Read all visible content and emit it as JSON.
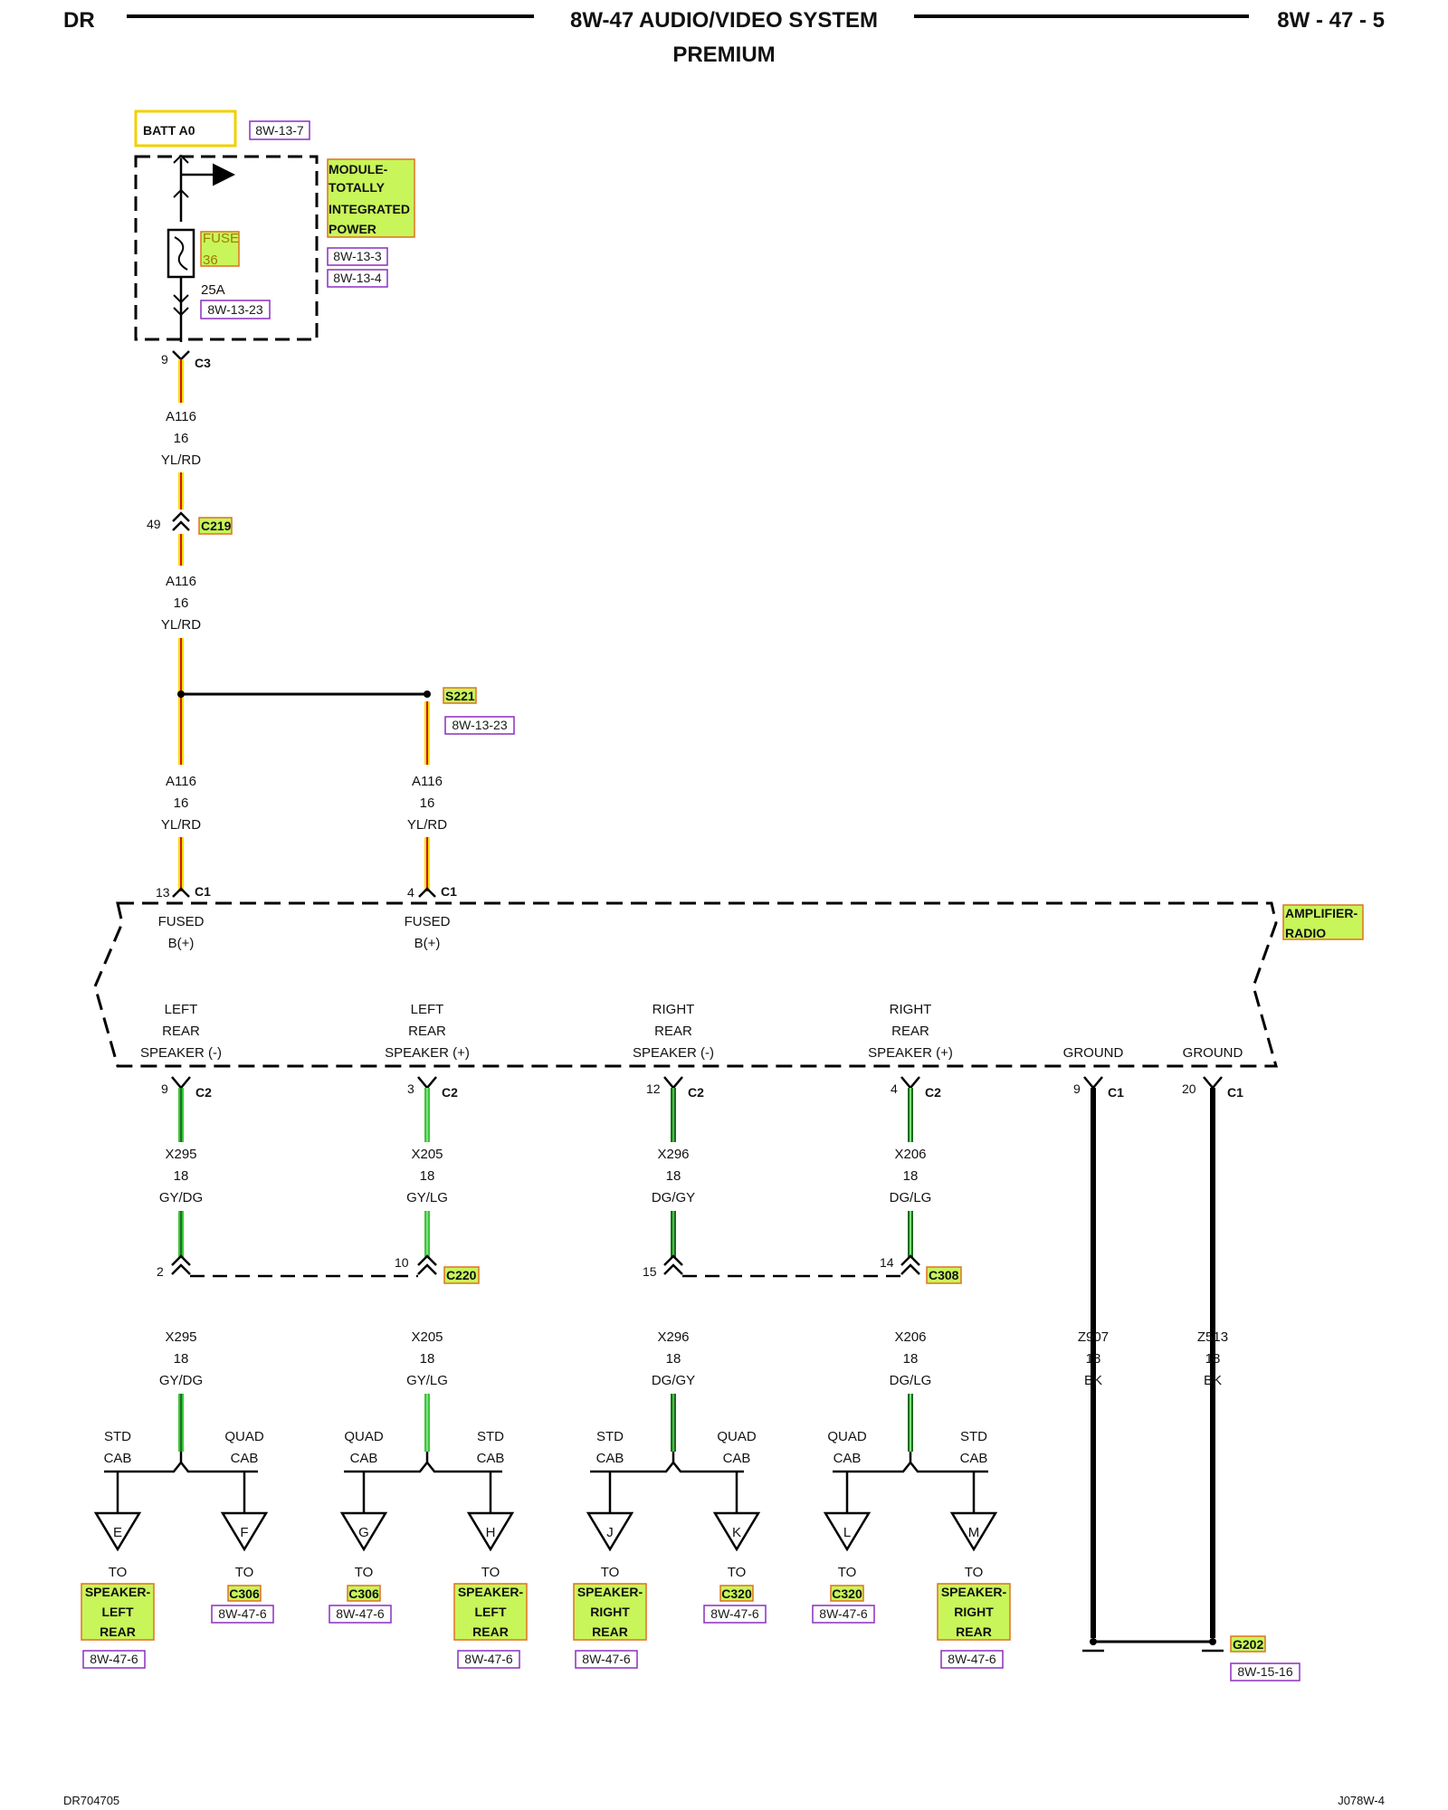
{
  "header": {
    "left": "DR",
    "title": "8W-47 AUDIO/VIDEO SYSTEM",
    "subtitle": "PREMIUM",
    "page": "8W - 47 - 5"
  },
  "footer": {
    "left": "DR704705",
    "right": "J078W-4"
  },
  "batt": {
    "label": "BATT A0",
    "ref": "8W-13-7"
  },
  "tipm": {
    "lines": [
      "MODULE-",
      "TOTALLY",
      "INTEGRATED",
      "POWER"
    ],
    "refs": [
      "8W-13-3",
      "8W-13-4"
    ],
    "fuse": [
      "FUSE",
      "36"
    ],
    "rating": "25A",
    "fuse_ref": "8W-13-23",
    "pin": "9",
    "conn": "C3"
  },
  "a116": {
    "circuit": "A116",
    "gauge": "16",
    "color": "YL/RD"
  },
  "c219": {
    "pin": "49",
    "conn": "C219"
  },
  "s221": {
    "conn": "S221",
    "ref": "8W-13-23"
  },
  "amp": {
    "name": [
      "AMPLIFIER-",
      "RADIO"
    ],
    "fused_pins": [
      {
        "pin": "13",
        "conn": "C1",
        "label": [
          "FUSED",
          "B(+)"
        ]
      },
      {
        "pin": "4",
        "conn": "C1",
        "label": [
          "FUSED",
          "B(+)"
        ]
      }
    ],
    "outputs": [
      {
        "pin": "9",
        "conn": "C2",
        "label": [
          "LEFT",
          "REAR",
          "SPEAKER (-)"
        ]
      },
      {
        "pin": "3",
        "conn": "C2",
        "label": [
          "LEFT",
          "REAR",
          "SPEAKER (+)"
        ]
      },
      {
        "pin": "12",
        "conn": "C2",
        "label": [
          "RIGHT",
          "REAR",
          "SPEAKER (-)"
        ]
      },
      {
        "pin": "4",
        "conn": "C2",
        "label": [
          "RIGHT",
          "REAR",
          "SPEAKER (+)"
        ]
      },
      {
        "pin": "9",
        "conn": "C1",
        "label": [
          "GROUND"
        ]
      },
      {
        "pin": "20",
        "conn": "C1",
        "label": [
          "GROUND"
        ]
      }
    ]
  },
  "wires": [
    {
      "circuit": "X295",
      "gauge": "18",
      "color": "GY/DG"
    },
    {
      "circuit": "X205",
      "gauge": "18",
      "color": "GY/LG"
    },
    {
      "circuit": "X296",
      "gauge": "18",
      "color": "DG/GY"
    },
    {
      "circuit": "X206",
      "gauge": "18",
      "color": "DG/LG"
    },
    {
      "circuit": "Z907",
      "gauge": "18",
      "color": "BK"
    },
    {
      "circuit": "Z513",
      "gauge": "18",
      "color": "BK"
    }
  ],
  "inline": [
    {
      "pin": "2"
    },
    {
      "pin": "10",
      "conn": "C220"
    },
    {
      "pin": "15"
    },
    {
      "pin": "14",
      "conn": "C308"
    }
  ],
  "branches": [
    {
      "left": [
        "STD",
        "CAB"
      ],
      "right": [
        "QUAD",
        "CAB"
      ]
    },
    {
      "left": [
        "QUAD",
        "CAB"
      ],
      "right": [
        "STD",
        "CAB"
      ]
    },
    {
      "left": [
        "STD",
        "CAB"
      ],
      "right": [
        "QUAD",
        "CAB"
      ]
    },
    {
      "left": [
        "QUAD",
        "CAB"
      ],
      "right": [
        "STD",
        "CAB"
      ]
    }
  ],
  "destinations": [
    {
      "pin": "E",
      "to": "TO",
      "name": [
        "SPEAKER-",
        "LEFT",
        "REAR"
      ],
      "ref": "8W-47-6"
    },
    {
      "pin": "F",
      "to": "TO",
      "name": [
        "C306"
      ],
      "ref": "8W-47-6"
    },
    {
      "pin": "G",
      "to": "TO",
      "name": [
        "C306"
      ],
      "ref": "8W-47-6"
    },
    {
      "pin": "H",
      "to": "TO",
      "name": [
        "SPEAKER-",
        "LEFT",
        "REAR"
      ],
      "ref": "8W-47-6"
    },
    {
      "pin": "J",
      "to": "TO",
      "name": [
        "SPEAKER-",
        "RIGHT",
        "REAR"
      ],
      "ref": "8W-47-6"
    },
    {
      "pin": "K",
      "to": "TO",
      "name": [
        "C320"
      ],
      "ref": "8W-47-6"
    },
    {
      "pin": "L",
      "to": "TO",
      "name": [
        "C320"
      ],
      "ref": "8W-47-6"
    },
    {
      "pin": "M",
      "to": "TO",
      "name": [
        "SPEAKER-",
        "RIGHT",
        "REAR"
      ],
      "ref": "8W-47-6"
    }
  ],
  "ground": {
    "conn": "G202",
    "ref": "8W-15-16"
  },
  "colors": {
    "yellow": "#f5e000",
    "red": "#d41414",
    "green": "#3cc43c",
    "dark_green": "#1f6b1f",
    "highlight": "#c8f55a",
    "highlight_border": "#e07020",
    "ref_border": "#8b2fbf"
  }
}
